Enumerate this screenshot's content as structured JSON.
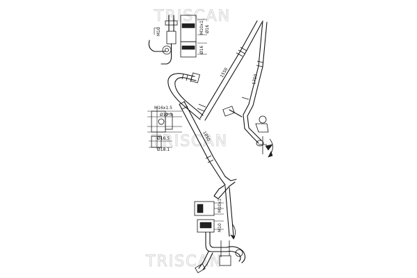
{
  "watermark": {
    "brand": "TRISCAN"
  },
  "dimensions": {
    "top_fitting_a": "M10x1",
    "top_fitting_b": "Ø16",
    "top_fitting_c": "M10",
    "pipe_len_1": "1550",
    "pipe_len_2": "1750",
    "pipe_len_3": "1850",
    "mid_left_a": "M16x1.5",
    "mid_left_b": "Ø12.3",
    "mid_left_c": "Ø16.5",
    "mid_left_d": "Ø18.1",
    "bottom_a": "M10x1",
    "bottom_b": "M10"
  }
}
